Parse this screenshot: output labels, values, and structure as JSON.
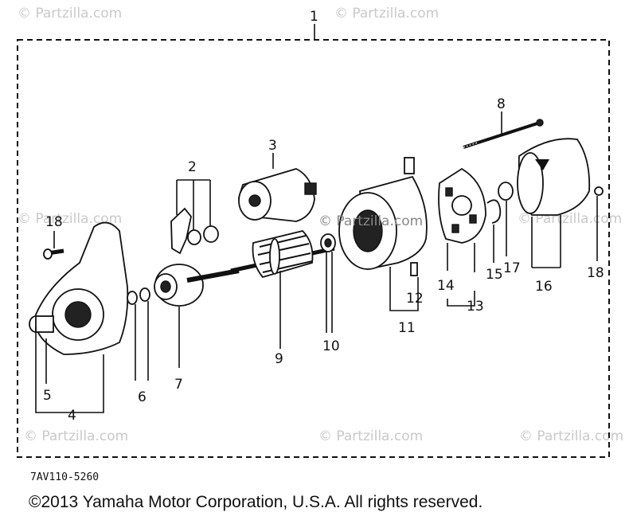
{
  "watermarks": {
    "w1": "© Partzilla.com",
    "w2": "© Partzilla.com",
    "w3": "© Partzilla.com",
    "w4": "© Partzilla.com",
    "w5": "© Partzilla.com",
    "w6": "© Partzilla.com",
    "w7": "© Partzilla.com",
    "center": "© Partzilla.com"
  },
  "labels": {
    "l1": "1",
    "l2": "2",
    "l3": "3",
    "l4": "4",
    "l5": "5",
    "l6": "6",
    "l7": "7",
    "l8": "8",
    "l9": "9",
    "l10": "10",
    "l11": "11",
    "l12": "12",
    "l13": "13",
    "l14": "14",
    "l15": "15",
    "l16": "16",
    "l17": "17",
    "l18a": "18",
    "l18b": "18"
  },
  "diagram_code": "7AV110-5260",
  "copyright": "©2013  Yamaha Motor Corporation, U.S.A. All rights reserved."
}
